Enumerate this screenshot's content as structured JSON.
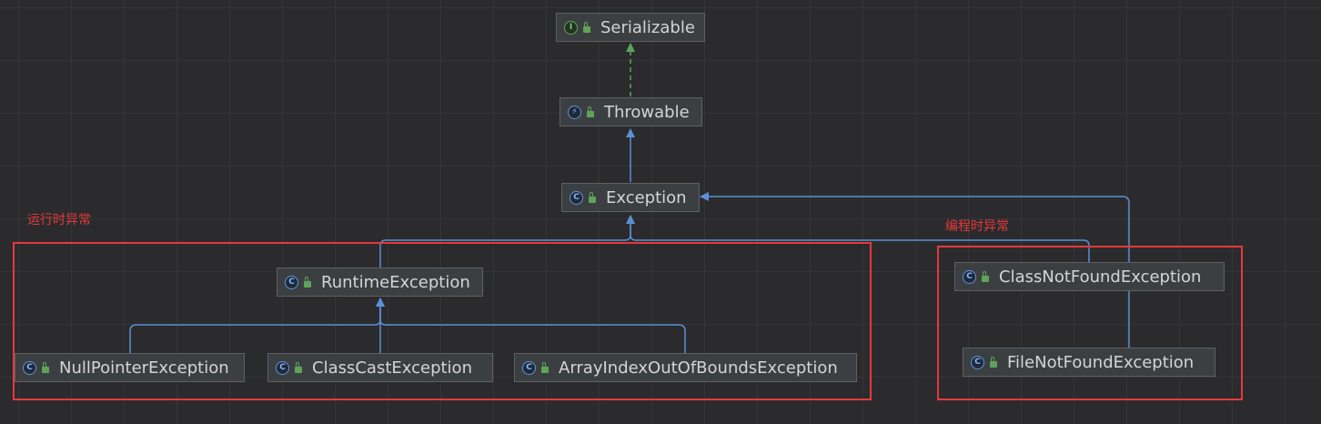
{
  "annotations": {
    "runtime_label": "运行时异常",
    "checked_label": "编程时异常"
  },
  "nodes": {
    "serializable": {
      "name": "Serializable",
      "kind": "interface",
      "kind_glyph": "I"
    },
    "throwable": {
      "name": "Throwable",
      "kind": "abstract-class",
      "kind_glyph": "⚡"
    },
    "exception": {
      "name": "Exception",
      "kind": "class",
      "kind_glyph": "C"
    },
    "runtime_exception": {
      "name": "RuntimeException",
      "kind": "class",
      "kind_glyph": "C"
    },
    "null_pointer_exception": {
      "name": "NullPointerException",
      "kind": "class",
      "kind_glyph": "C"
    },
    "class_cast_exception": {
      "name": "ClassCastException",
      "kind": "class",
      "kind_glyph": "C"
    },
    "array_index_exception": {
      "name": "ArrayIndexOutOfBoundsException",
      "kind": "class",
      "kind_glyph": "C"
    },
    "class_not_found_exception": {
      "name": "ClassNotFoundException",
      "kind": "class",
      "kind_glyph": "C"
    },
    "file_not_found_exception": {
      "name": "FileNotFoundException",
      "kind": "class",
      "kind_glyph": "C"
    }
  },
  "edges": [
    {
      "from": "Throwable",
      "to": "Serializable",
      "type": "implements"
    },
    {
      "from": "Exception",
      "to": "Throwable",
      "type": "extends"
    },
    {
      "from": "RuntimeException",
      "to": "Exception",
      "type": "extends"
    },
    {
      "from": "ClassNotFoundException",
      "to": "Exception",
      "type": "extends"
    },
    {
      "from": "FileNotFoundException",
      "to": "Exception",
      "type": "extends"
    },
    {
      "from": "NullPointerException",
      "to": "RuntimeException",
      "type": "extends"
    },
    {
      "from": "ClassCastException",
      "to": "RuntimeException",
      "type": "extends"
    },
    {
      "from": "ArrayIndexOutOfBoundsException",
      "to": "RuntimeException",
      "type": "extends"
    }
  ],
  "colors": {
    "background": "#2b2b2d",
    "node_fill": "#3c3f41",
    "extends_edge": "#5b8fd6",
    "implements_edge": "#5fa35a",
    "highlight": "#e5383b"
  }
}
